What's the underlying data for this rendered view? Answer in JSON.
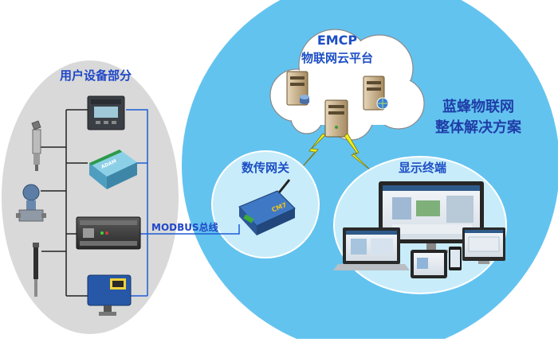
{
  "user_section": {
    "title": "用户设备部分"
  },
  "bus": {
    "label": "MODBUS总线"
  },
  "cloud": {
    "line1": "EMCP",
    "line2": "物联网云平台"
  },
  "solution": {
    "line1": "蓝蜂物联网",
    "line2": "整体解决方案"
  },
  "gateway": {
    "title": "数传网关",
    "device_text": "CM7"
  },
  "terminal": {
    "title": "显示终端"
  },
  "colors": {
    "big_circle": "#63c3ef",
    "left_ellipse": "#d9d9d9",
    "cloud_fill": "#ffffff",
    "title_blue": "#2357d3",
    "wire_blue": "#1e5cd6",
    "lightning": "#f4f11a",
    "inner_circle": "#c8ecfa"
  }
}
